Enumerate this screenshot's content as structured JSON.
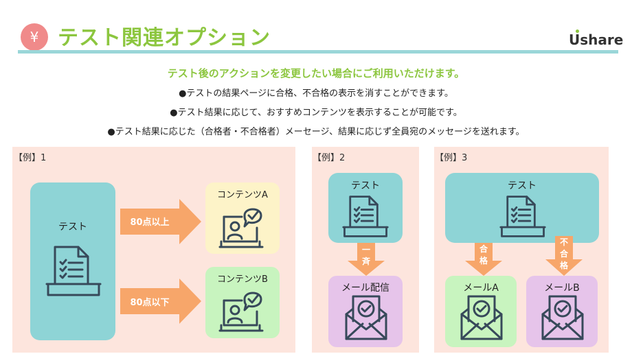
{
  "header": {
    "icon_glyph": "¥",
    "title": "テスト関連オプション",
    "logo": "share",
    "logo_u": "U"
  },
  "intro": {
    "lead": "テスト後のアクションを変更したい場合にご利用いただけます。",
    "bullets": [
      "●テストの結果ページに合格、不合格の表示を消すことができます。",
      "●テスト結果に応じて、おすすめコンテンツを表示することが可能です。",
      "●テスト結果に応じた（合格者・不合格者）メーセージ、結果に応じず全員宛のメッセージを送れます。"
    ]
  },
  "example1": {
    "label": "【例】1",
    "test_label": "テスト",
    "arrow_pass": "80点以上",
    "arrow_fail": "80点以下",
    "content_a": "コンテンツA",
    "content_b": "コンテンツB"
  },
  "example2": {
    "label": "【例】2",
    "test_label": "テスト",
    "arrow_text": [
      "一",
      "斉"
    ],
    "mail_label": "メール配信"
  },
  "example3": {
    "label": "【例】3",
    "test_label": "テスト",
    "arrow_pass": [
      "合",
      "格"
    ],
    "arrow_fail": [
      "不",
      "合",
      "格"
    ],
    "mail_a": "メールA",
    "mail_b": "メールB"
  },
  "colors": {
    "title": "#8cc63f",
    "rule": "#9ad6d8",
    "panel": "#fde5dd",
    "teal": "#8ed4d6",
    "arrow": "#f7a66a",
    "icon_stroke": "#37495a"
  },
  "icons": [
    "yen-icon",
    "test-document-icon",
    "presenter-chat-icon",
    "mail-check-icon"
  ]
}
